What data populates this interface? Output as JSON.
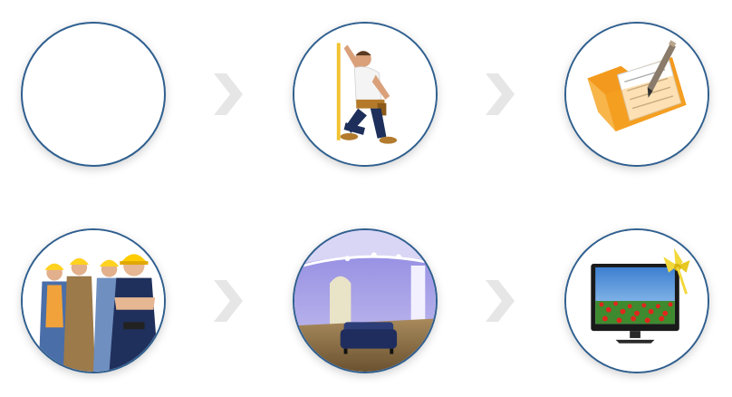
{
  "steps": [
    {
      "icon": "empty-step"
    },
    {
      "icon": "measuring-worker-image"
    },
    {
      "icon": "folder-document-pen-image"
    },
    {
      "icon": "construction-workers-image"
    },
    {
      "icon": "renovated-living-room-image"
    },
    {
      "icon": "tv-gift-bow-image"
    }
  ],
  "colors": {
    "circle_border": "#2f5f8f",
    "arrow": "#e6e6e6"
  }
}
